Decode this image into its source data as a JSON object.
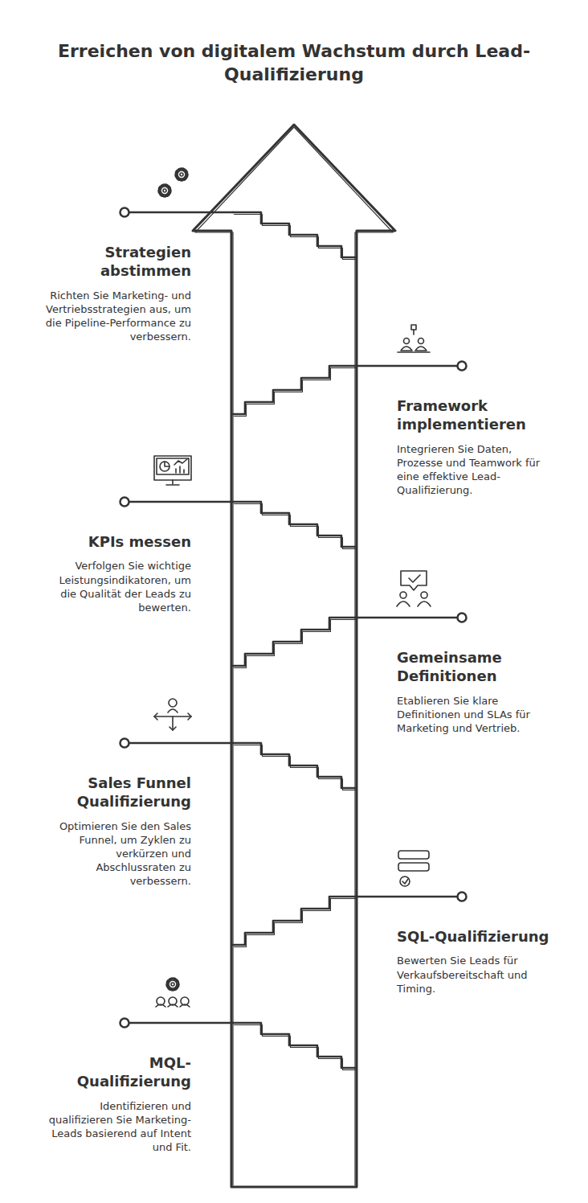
{
  "diagram": {
    "title": "Erreichen von digitalem Wachstum durch Lead-Qualifizierung",
    "nodes": [
      {
        "text": [
          "Strategien abstimmen",
          "Richten Sie Marketing- und Vertriebsstrategien aus, um die Pipeline-Performance zu verbessern."
        ]
      },
      {
        "text": [
          "Framework implementieren",
          "Integrieren Sie Daten, Prozesse und Teamwork für eine effektive Lead-Qualifizierung."
        ]
      },
      {
        "text": [
          "KPIs messen",
          "Verfolgen Sie wichtige Leistungsindikatoren, um die Qualität der Leads zu bewerten."
        ]
      },
      {
        "text": [
          "Gemeinsame Definitionen",
          "Etablieren Sie klare Definitionen und SLAs für Marketing und Vertrieb."
        ]
      },
      {
        "text": [
          "Sales Funnel Qualifizierung",
          "Optimieren Sie den Sales Funnel, um Zyklen zu verkürzen und Abschlussraten zu verbessern."
        ]
      },
      {
        "text": [
          "SQL-Qualifizierung",
          "Bewerten Sie Leads für Verkaufsbereitschaft und Timing."
        ]
      },
      {
        "text": [
          "MQL-Qualifizierung",
          "Identifizieren und qualifizieren Sie Marketing-Leads basierend auf Intent und Fit."
        ]
      }
    ]
  }
}
